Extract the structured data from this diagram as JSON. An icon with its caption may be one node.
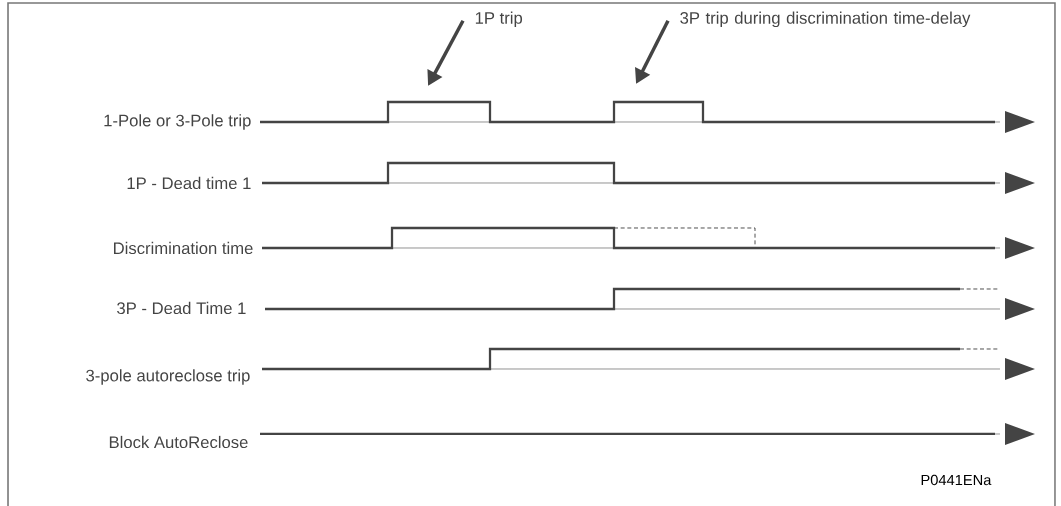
{
  "diagram": {
    "nodes": [
      {
        "text": [
          "1P trip"
        ]
      },
      {
        "text": [
          "3P trip during discrimination time-delay"
        ]
      }
    ],
    "edges": [
      {
        "from": 0,
        "to": null,
        "arrow": "to"
      },
      {
        "from": 1,
        "to": null,
        "arrow": "to"
      }
    ],
    "labels": [
      "1-Pole or 3-Pole trip",
      "1P - Dead time 1",
      "Discrimination time",
      "3P - Dead Time 1",
      "3-pole autoreclose trip",
      "Block AutoReclose",
      "P0441ENa"
    ]
  }
}
